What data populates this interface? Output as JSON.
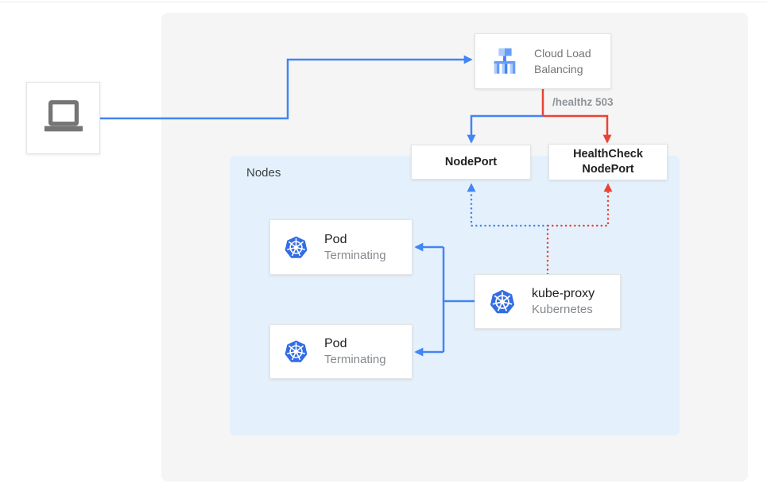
{
  "colors": {
    "accent_blue": "#4285F4",
    "accent_red": "#EA4335",
    "panel_bg": "#F5F5F5",
    "nodes_bg": "#E4F1FC",
    "k8s_blue": "#326CE5",
    "icon_gray": "#757575",
    "lb_light": "#AECBFA",
    "lb_mid": "#669DF6"
  },
  "icons": {
    "client": "laptop-icon",
    "load_balancer": "cloud-load-balancing-icon",
    "kubernetes": "kubernetes-helm-icon"
  },
  "load_balancer": {
    "label_line1": "Cloud Load",
    "label_line2": "Balancing"
  },
  "edge_labels": {
    "healthz": "/healthz 503"
  },
  "node_port": {
    "label": "NodePort"
  },
  "health_check_node_port": {
    "label_line1": "HealthCheck",
    "label_line2": "NodePort"
  },
  "nodes_group": {
    "label": "Nodes"
  },
  "pods": [
    {
      "title": "Pod",
      "status": "Terminating"
    },
    {
      "title": "Pod",
      "status": "Terminating"
    }
  ],
  "kube_proxy": {
    "title": "kube-proxy",
    "subtitle": "Kubernetes"
  }
}
